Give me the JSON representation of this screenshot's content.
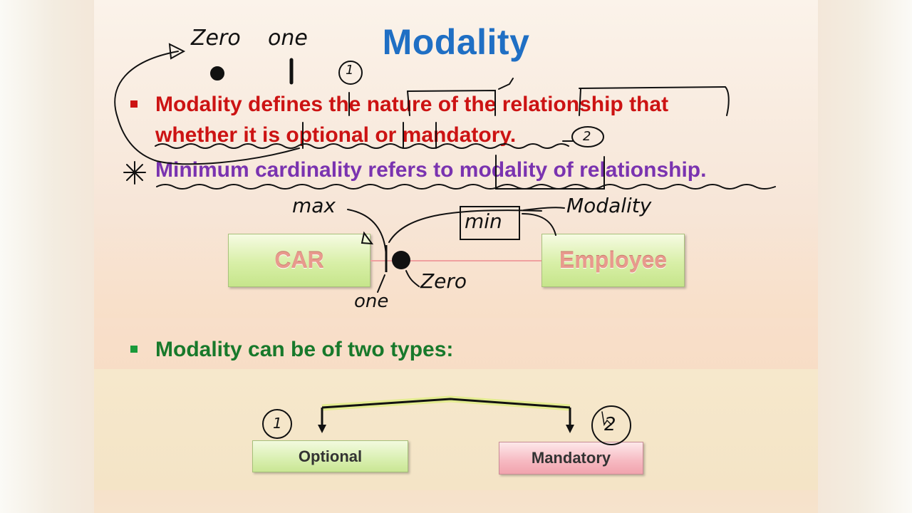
{
  "slide": {
    "title": "Modality",
    "bullets": [
      {
        "lines": [
          "Modality defines the  nature  of the  relationship that",
          "whether it is optional or mandatory."
        ],
        "color": "#cc1313"
      },
      {
        "lines": [
          "Minimum cardinality refers to modality of relationship."
        ],
        "color": "#7a33b0"
      },
      {
        "lines": [
          "Modality can be of two types:"
        ],
        "color": "#18792b"
      }
    ],
    "diagram": {
      "left_entity": "CAR",
      "right_entity": "Employee"
    },
    "types": {
      "optional_label": "Optional",
      "mandatory_label": "Mandatory"
    },
    "bullet_color": "#1a9a3a"
  },
  "annotations": {
    "zero_top": "Zero",
    "one_top": "one",
    "circle_1": "1",
    "circle_2": "2",
    "max": "max",
    "min": "min",
    "modality": "Modality",
    "zero_bottom": "Zero",
    "one_bottom": "one",
    "types_circle_1": "1",
    "types_circle_2": "2"
  }
}
